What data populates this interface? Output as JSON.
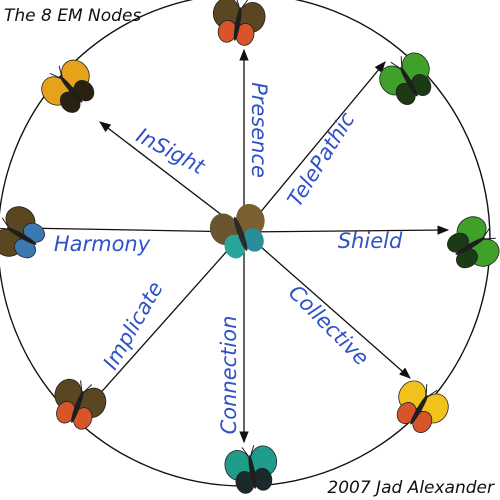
{
  "title": "The 8 EM Nodes",
  "credit": "2007 Jad Alexander",
  "colors": {
    "label": "#2f52c8",
    "line": "#111111",
    "butterfly_tiger": "#e6a21a",
    "butterfly_green": "#3fa12a",
    "butterfly_teal": "#1f9c8a",
    "butterfly_yellow": "#f2c21c",
    "butterfly_brown": "#5a4620",
    "butterfly_red": "#d8552a"
  },
  "nodes": [
    {
      "id": "presence",
      "label": "Presence",
      "butterfly": "brown-orange-butterfly"
    },
    {
      "id": "telepathic",
      "label": "TelePathic",
      "butterfly": "green-butterfly"
    },
    {
      "id": "shield",
      "label": "Shield",
      "butterfly": "green-butterfly"
    },
    {
      "id": "collective",
      "label": "Collective",
      "butterfly": "yellow-butterfly"
    },
    {
      "id": "connection",
      "label": "Connection",
      "butterfly": "teal-butterfly"
    },
    {
      "id": "implicate",
      "label": "Implicate",
      "butterfly": "brown-orange-butterfly"
    },
    {
      "id": "harmony",
      "label": "Harmony",
      "butterfly": "blue-brown-butterfly"
    },
    {
      "id": "insight",
      "label": "InSight",
      "butterfly": "tiger-butterfly"
    }
  ]
}
